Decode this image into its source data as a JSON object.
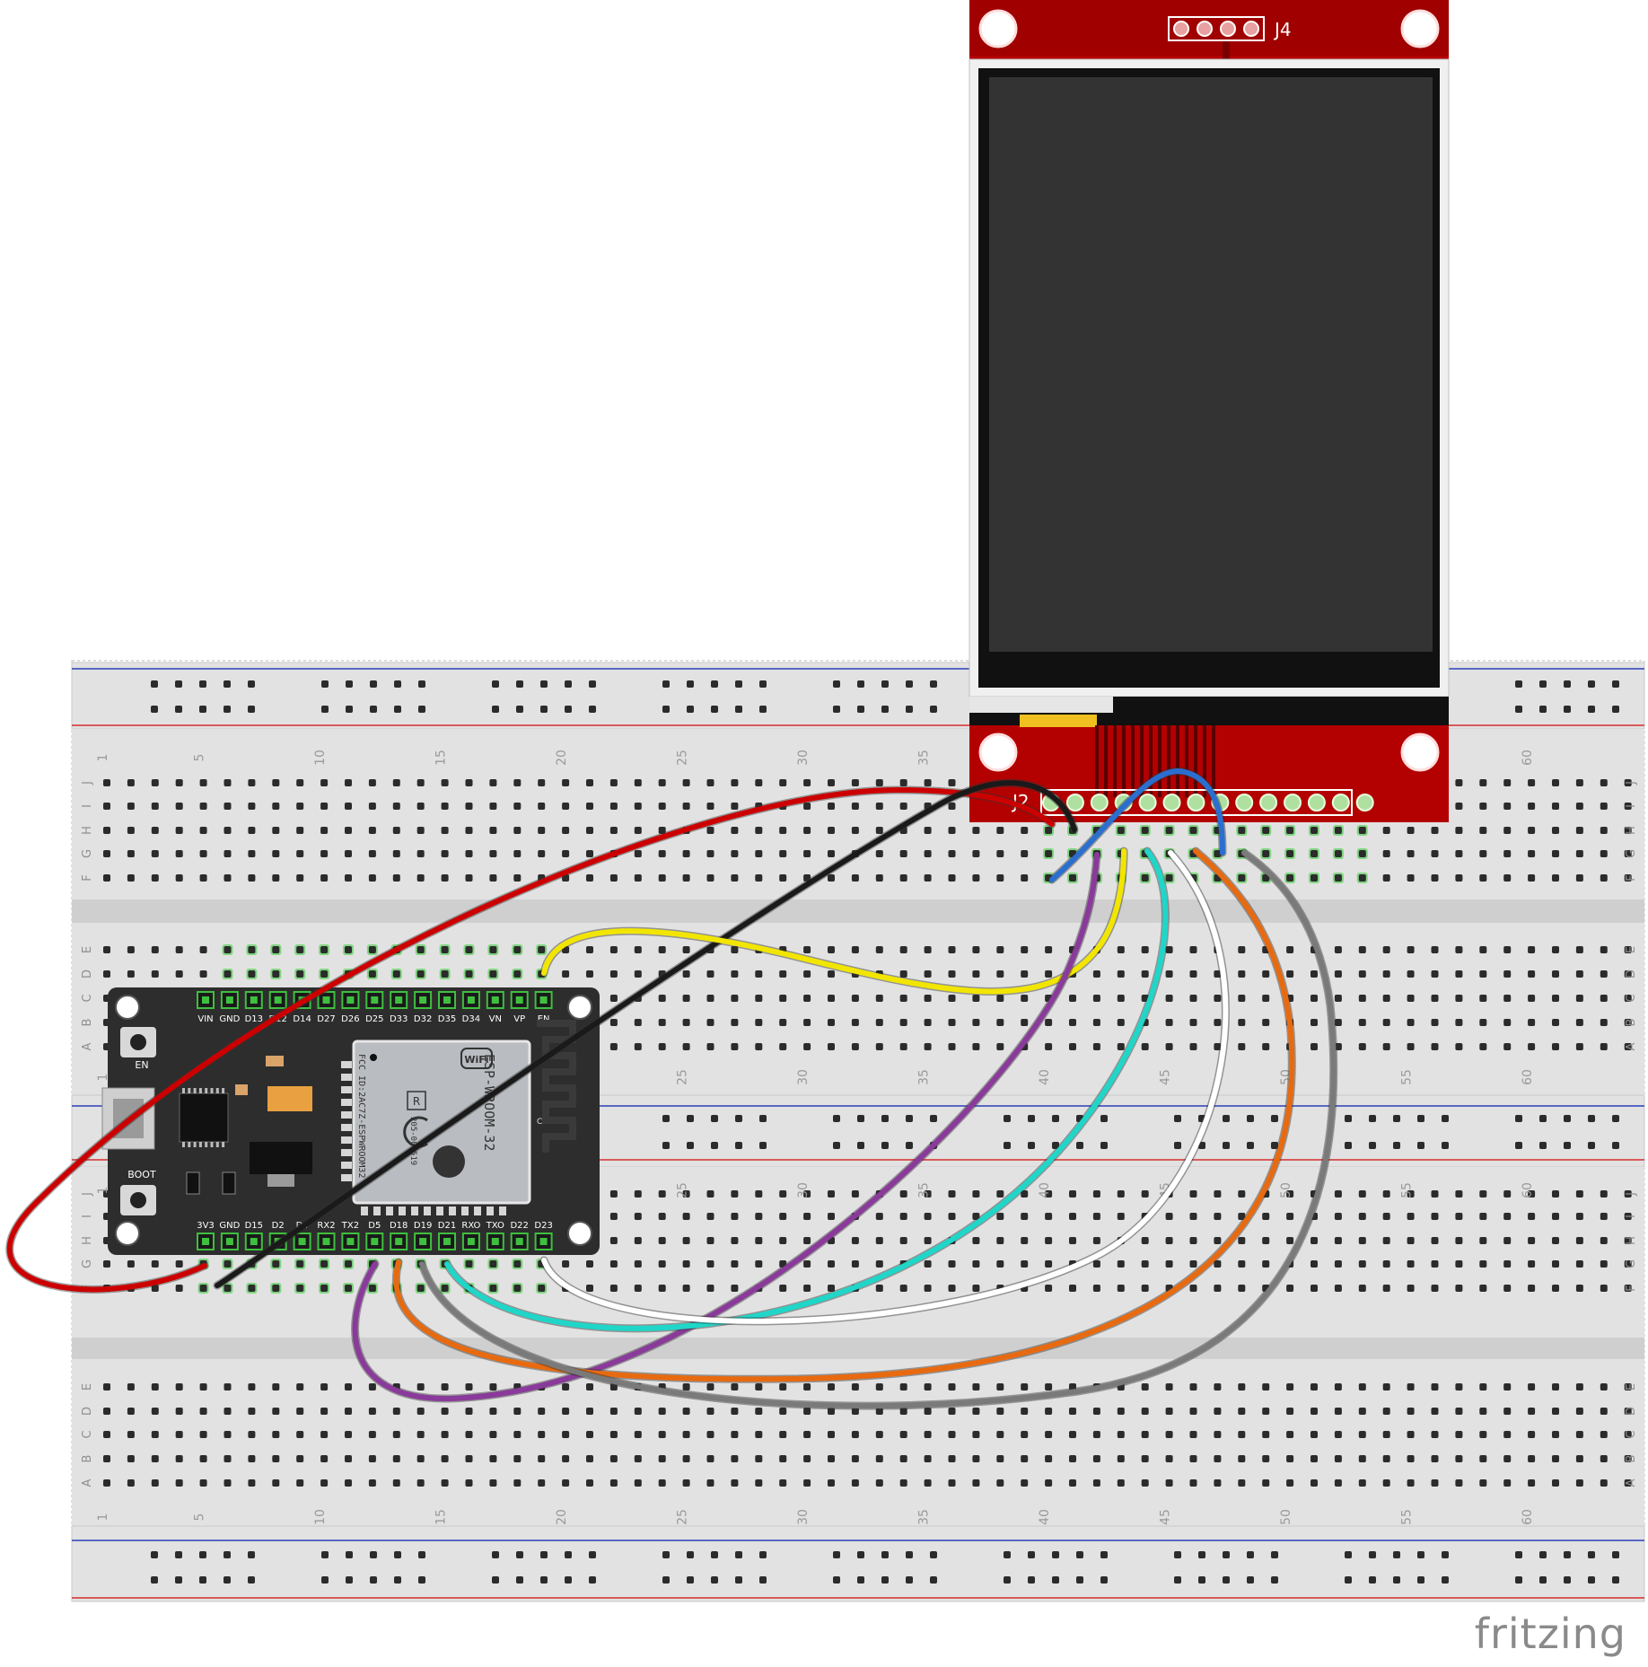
{
  "watermark": "fritzing",
  "breadboard": {
    "column_numbers": [
      "1",
      "5",
      "10",
      "15",
      "20",
      "25",
      "30",
      "35",
      "40",
      "45",
      "50",
      "55",
      "60"
    ],
    "top_row_letters": [
      "J",
      "I",
      "H",
      "G",
      "F"
    ],
    "bottom_row_letters": [
      "E",
      "D",
      "C",
      "B",
      "A"
    ],
    "colors": {
      "body": "#e2e2e2",
      "hole": "#2b2b2b",
      "rail_red": "#d62c2c",
      "rail_blue": "#2b3fb8"
    }
  },
  "esp32": {
    "top_pins": [
      "VIN",
      "GND",
      "D13",
      "D12",
      "D14",
      "D27",
      "D26",
      "D25",
      "D33",
      "D32",
      "D35",
      "D34",
      "VN",
      "VP",
      "EN"
    ],
    "bottom_pins": [
      "3V3",
      "GND",
      "D15",
      "D2",
      "D4",
      "RX2",
      "TX2",
      "D5",
      "D18",
      "D19",
      "D21",
      "RXO",
      "TXO",
      "D22",
      "D23"
    ],
    "en_label": "EN",
    "boot_label": "BOOT",
    "module_text_1": "ESP-WROOM-32",
    "module_text_2": "FCC ID:2AC7Z-ESPWROOM32",
    "module_text_3": "205-000519",
    "wifi_label": "WiFi",
    "r_mark": "R",
    "c_mark": "C",
    "colors": {
      "board": "#2d2d2d",
      "module": "#b9bcc0",
      "pin": "#3fbf3f"
    }
  },
  "display": {
    "j4_label": "J4",
    "j2_label": "J2",
    "colors": {
      "pcb": "#b30000",
      "bezel": "#f0f0f0",
      "screen": "#333333"
    }
  },
  "wires": [
    {
      "color": "#cc0000",
      "name": "red"
    },
    {
      "color": "#1a1a1a",
      "name": "black"
    },
    {
      "color": "#f2e600",
      "name": "yellow"
    },
    {
      "color": "#8a3a9a",
      "name": "purple"
    },
    {
      "color": "#1fd6c8",
      "name": "cyan"
    },
    {
      "color": "#ffffff",
      "name": "white"
    },
    {
      "color": "#e86a10",
      "name": "orange"
    },
    {
      "color": "#7a7a7a",
      "name": "gray"
    },
    {
      "color": "#2a6ed0",
      "name": "blue"
    }
  ]
}
